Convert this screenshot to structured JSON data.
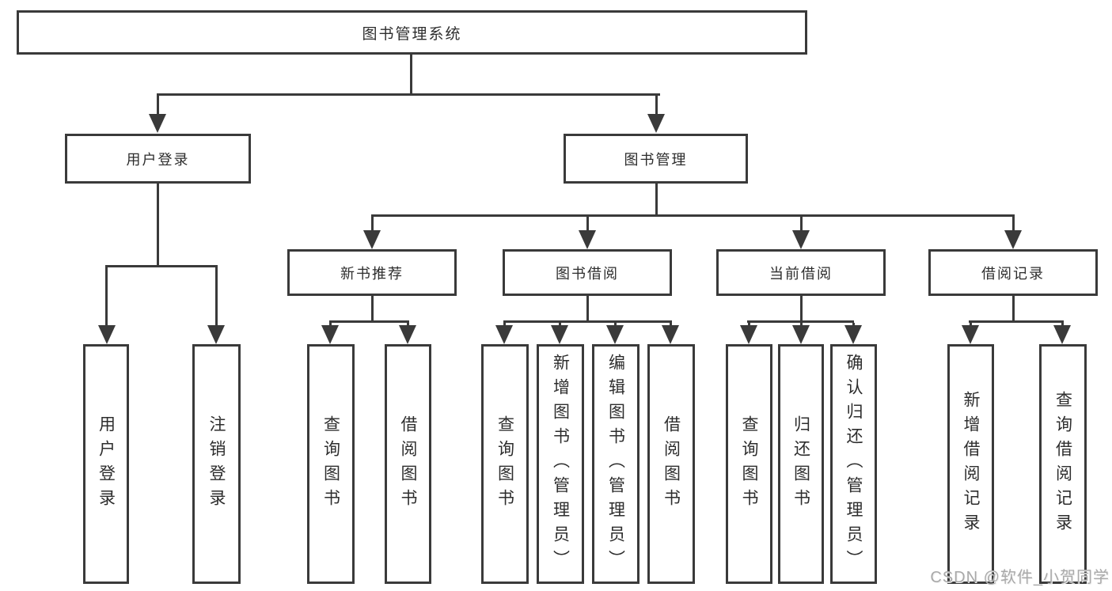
{
  "colors": {
    "line": "#3a3a3a",
    "text": "#2d2d2d",
    "watermark": "#a9a9a9",
    "background": "#ffffff"
  },
  "watermark": {
    "text": "CSDN @软件_小贺同学"
  },
  "tree": {
    "root": {
      "label": "图书管理系统"
    },
    "level2": [
      {
        "label": "用户登录"
      },
      {
        "label": "图书管理"
      }
    ],
    "level3": [
      {
        "label": "新书推荐"
      },
      {
        "label": "图书借阅"
      },
      {
        "label": "当前借阅"
      },
      {
        "label": "借阅记录"
      }
    ],
    "leaves": {
      "user_login": [
        {
          "label": "用户登录"
        },
        {
          "label": "注销登录"
        }
      ],
      "new_books": [
        {
          "label": "查询图书"
        },
        {
          "label": "借阅图书"
        }
      ],
      "borrow": [
        {
          "label": "查询图书"
        },
        {
          "label": "新增图书（管理员）"
        },
        {
          "label": "编辑图书（管理员）"
        },
        {
          "label": "借阅图书"
        }
      ],
      "current": [
        {
          "label": "查询图书"
        },
        {
          "label": "归还图书"
        },
        {
          "label": "确认归还（管理员）"
        }
      ],
      "records": [
        {
          "label": "新增借阅记录"
        },
        {
          "label": "查询借阅记录"
        }
      ]
    }
  }
}
